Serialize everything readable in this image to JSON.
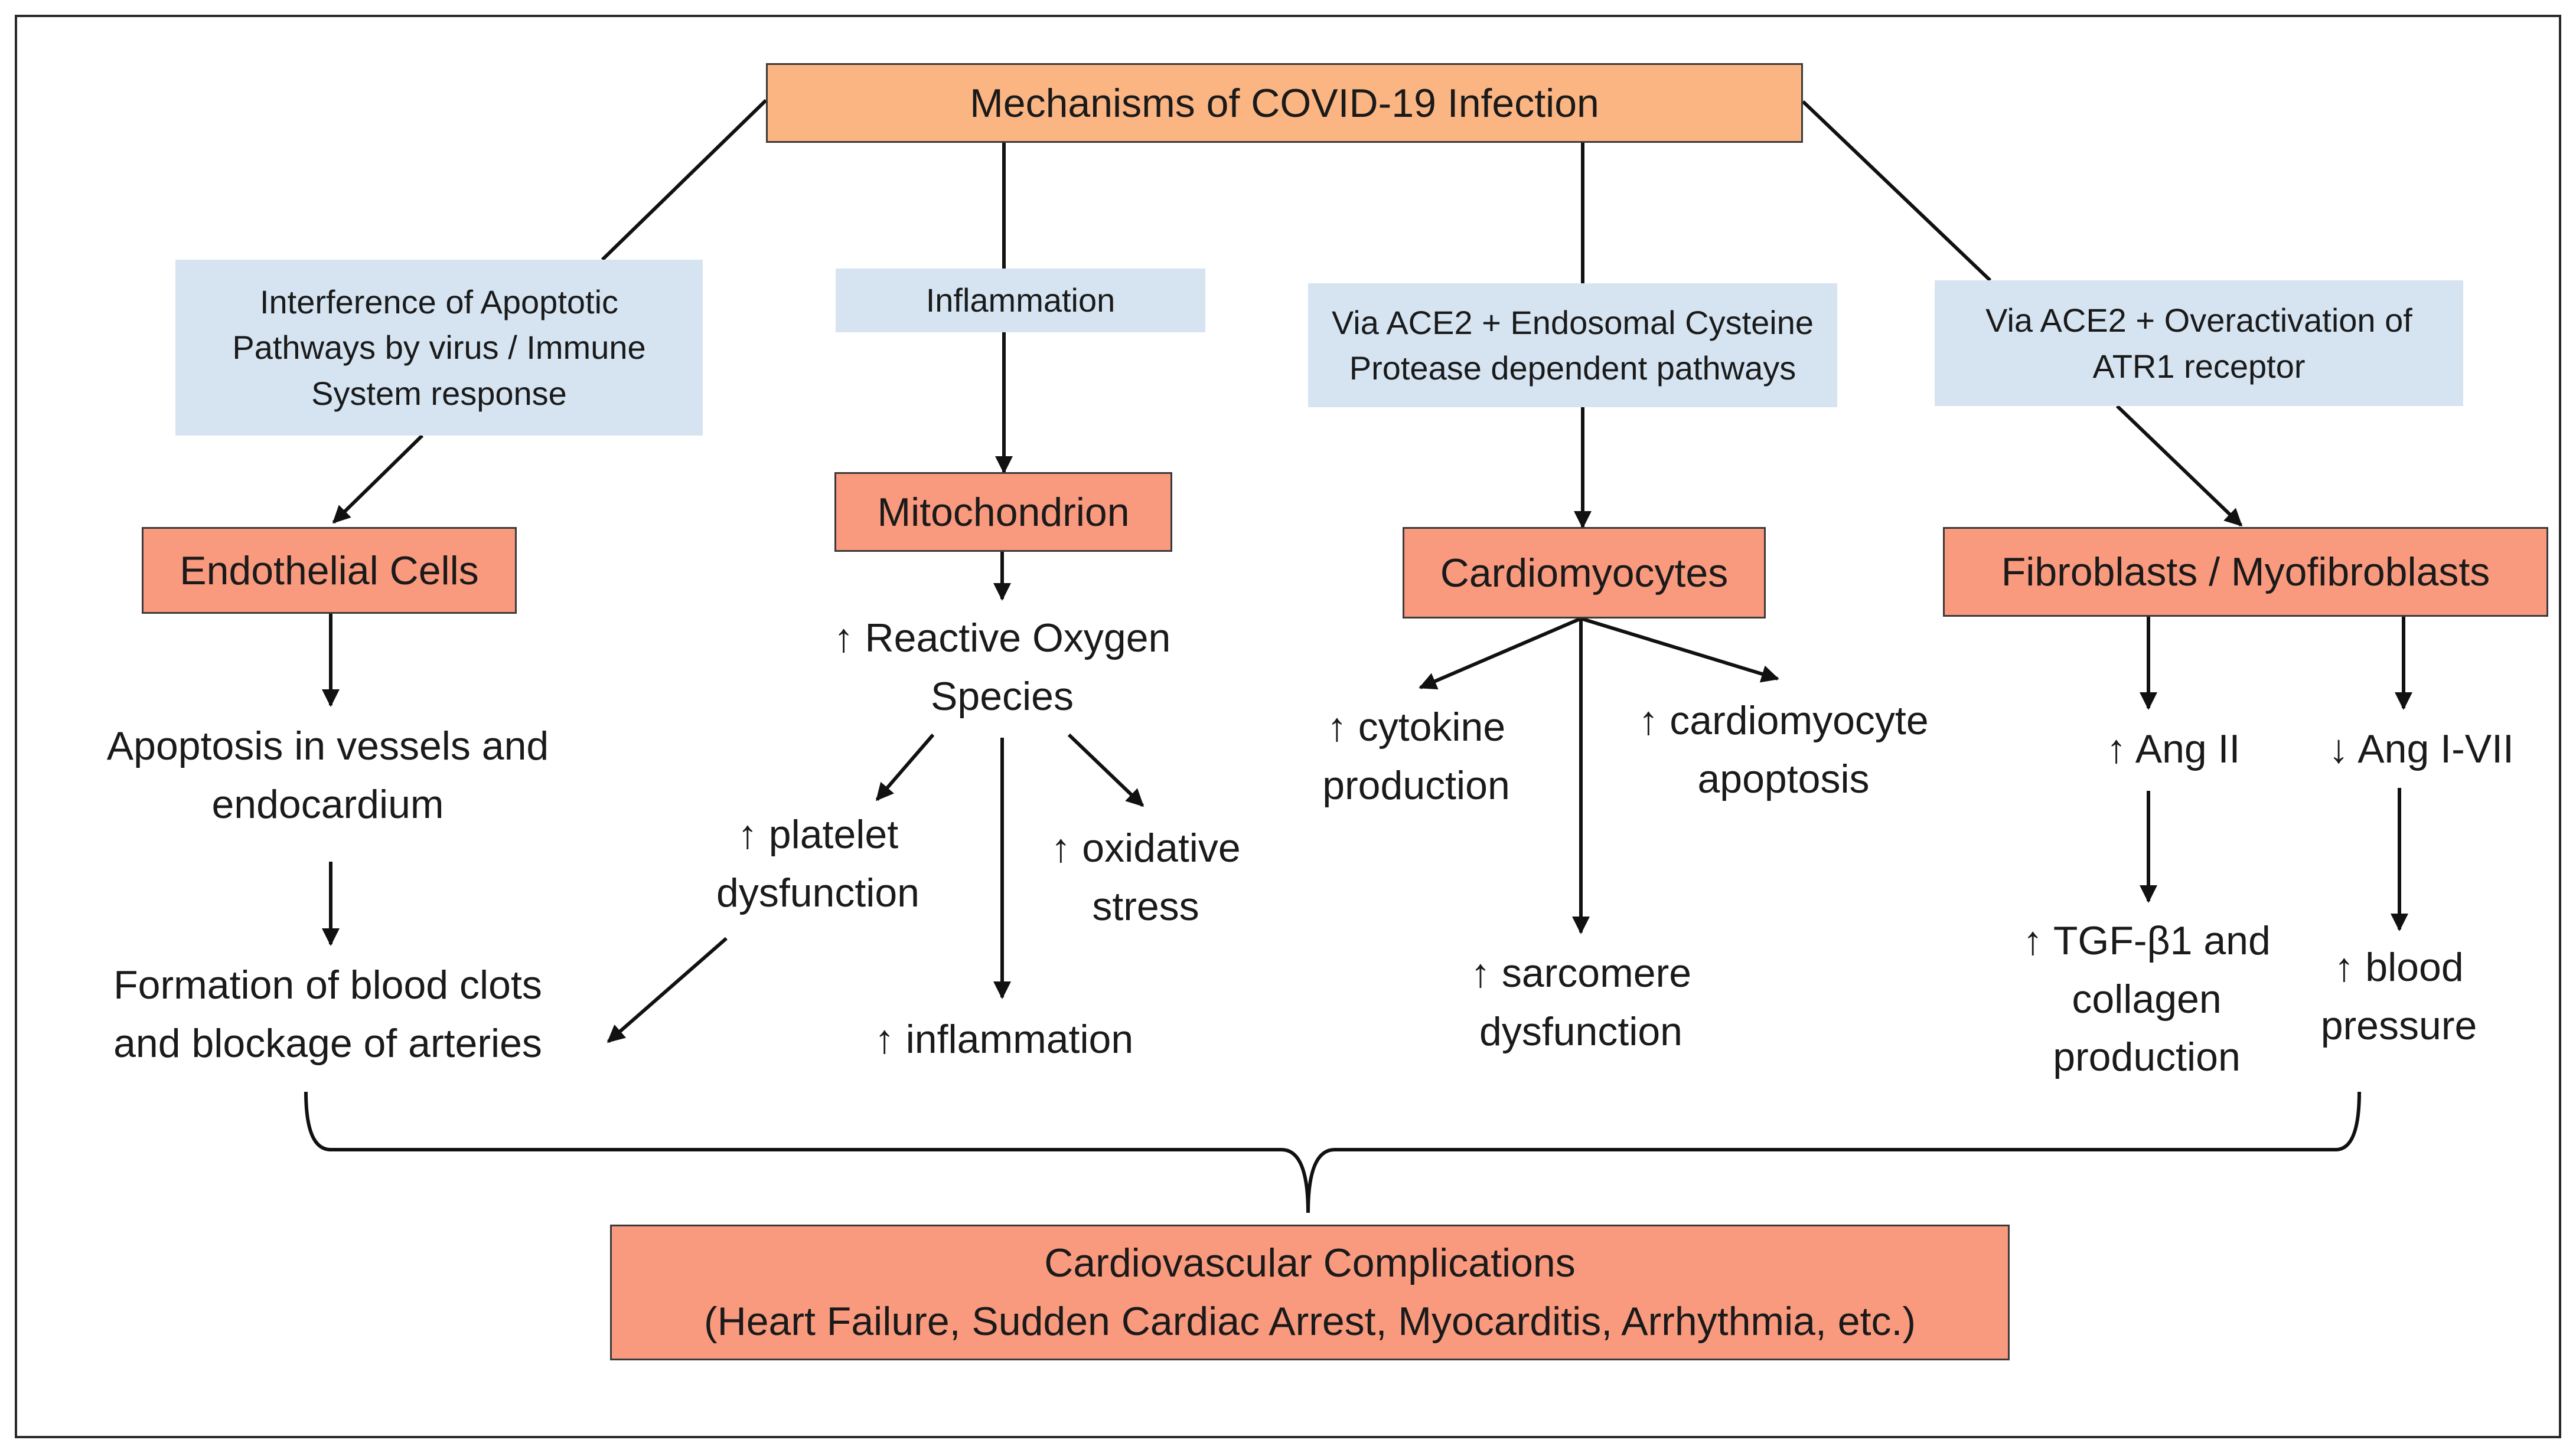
{
  "title": "Mechanisms of COVID-19 Infection",
  "pathways": {
    "apoptotic": "Interference of Apoptotic Pathways by virus / Immune System response",
    "inflammation": "Inflammation",
    "ace2_endosomal": "Via ACE2 + Endosomal Cysteine Protease dependent pathways",
    "ace2_atr1": "Via ACE2 + Overactivation of ATR1 receptor"
  },
  "cell_types": {
    "endothelial": "Endothelial Cells",
    "mitochondrion": "Mitochondrion",
    "cardiomyocytes": "Cardiomyocytes",
    "fibroblasts": "Fibroblasts / Myofibroblasts"
  },
  "outcomes": {
    "apoptosis_vessels_1": "Apoptosis in vessels and",
    "apoptosis_vessels_2": "endocardium",
    "blood_clots_1": "Formation of blood clots",
    "blood_clots_2": "and blockage of arteries",
    "ros_1": "↑ Reactive Oxygen",
    "ros_2": "Species",
    "platelet_1": "↑ platelet",
    "platelet_2": "dysfunction",
    "oxidative_1": "↑ oxidative",
    "oxidative_2": "stress",
    "inflammation_up": "↑ inflammation",
    "cytokine_1": "↑ cytokine",
    "cytokine_2": "production",
    "cardio_apoptosis_1": "↑ cardiomyocyte",
    "cardio_apoptosis_2": "apoptosis",
    "sarcomere_1": "↑ sarcomere",
    "sarcomere_2": "dysfunction",
    "ang2": "↑ Ang II",
    "ang17": "↓ Ang I-VII",
    "tgf_1": "↑ TGF-β1 and",
    "tgf_2": "collagen",
    "tgf_3": "production",
    "bp_1": "↑ blood",
    "bp_2": "pressure"
  },
  "complications": {
    "line1": "Cardiovascular Complications",
    "line2": "(Heart Failure, Sudden Cardiac Arrest, Myocarditis, Arrhythmia, etc.)"
  }
}
